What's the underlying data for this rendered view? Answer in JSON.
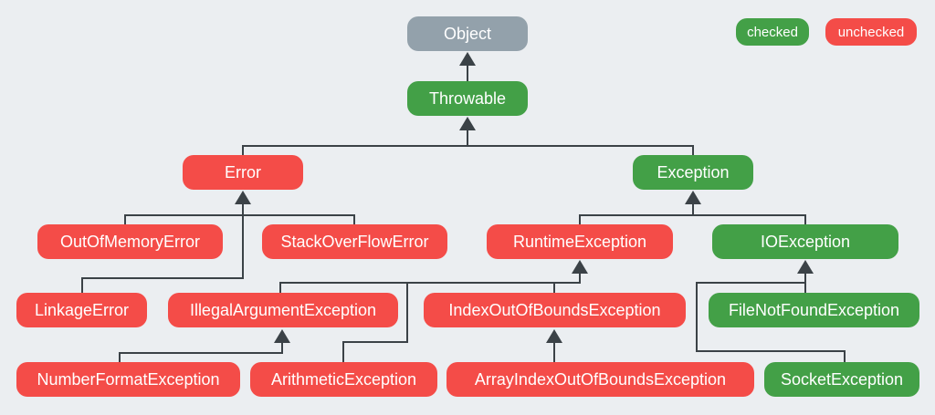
{
  "colors": {
    "checked": "#43a047",
    "unchecked": "#f44c48",
    "root": "#93a1ab",
    "line": "#3b4247",
    "background": "#ebeef1"
  },
  "legend": {
    "checked_label": "checked",
    "unchecked_label": "unchecked"
  },
  "nodes": {
    "object": {
      "label": "Object",
      "kind": "root"
    },
    "throwable": {
      "label": "Throwable",
      "kind": "checked"
    },
    "error": {
      "label": "Error",
      "kind": "unchecked"
    },
    "exception": {
      "label": "Exception",
      "kind": "checked"
    },
    "out_of_memory_error": {
      "label": "OutOfMemoryError",
      "kind": "unchecked"
    },
    "stack_over_flow_error": {
      "label": "StackOverFlowError",
      "kind": "unchecked"
    },
    "linkage_error": {
      "label": "LinkageError",
      "kind": "unchecked"
    },
    "runtime_exception": {
      "label": "RuntimeException",
      "kind": "unchecked"
    },
    "io_exception": {
      "label": "IOException",
      "kind": "checked"
    },
    "illegal_argument_exception": {
      "label": "IllegalArgumentException",
      "kind": "unchecked"
    },
    "index_out_of_bounds_exception": {
      "label": "IndexOutOfBoundsException",
      "kind": "unchecked"
    },
    "file_not_found_exception": {
      "label": "FileNotFoundException",
      "kind": "checked"
    },
    "number_format_exception": {
      "label": "NumberFormatException",
      "kind": "unchecked"
    },
    "arithmetic_exception": {
      "label": "ArithmeticException",
      "kind": "unchecked"
    },
    "array_index_out_of_bounds_exception": {
      "label": "ArrayIndexOutOfBoundsException",
      "kind": "unchecked"
    },
    "socket_exception": {
      "label": "SocketException",
      "kind": "checked"
    }
  },
  "edges": [
    {
      "child": "throwable",
      "parent": "object"
    },
    {
      "child": "error",
      "parent": "throwable"
    },
    {
      "child": "exception",
      "parent": "throwable"
    },
    {
      "child": "out_of_memory_error",
      "parent": "error"
    },
    {
      "child": "stack_over_flow_error",
      "parent": "error"
    },
    {
      "child": "linkage_error",
      "parent": "error"
    },
    {
      "child": "runtime_exception",
      "parent": "exception"
    },
    {
      "child": "io_exception",
      "parent": "exception"
    },
    {
      "child": "illegal_argument_exception",
      "parent": "runtime_exception"
    },
    {
      "child": "index_out_of_bounds_exception",
      "parent": "runtime_exception"
    },
    {
      "child": "arithmetic_exception",
      "parent": "runtime_exception"
    },
    {
      "child": "number_format_exception",
      "parent": "illegal_argument_exception"
    },
    {
      "child": "array_index_out_of_bounds_exception",
      "parent": "index_out_of_bounds_exception"
    },
    {
      "child": "file_not_found_exception",
      "parent": "io_exception"
    },
    {
      "child": "socket_exception",
      "parent": "io_exception"
    }
  ]
}
